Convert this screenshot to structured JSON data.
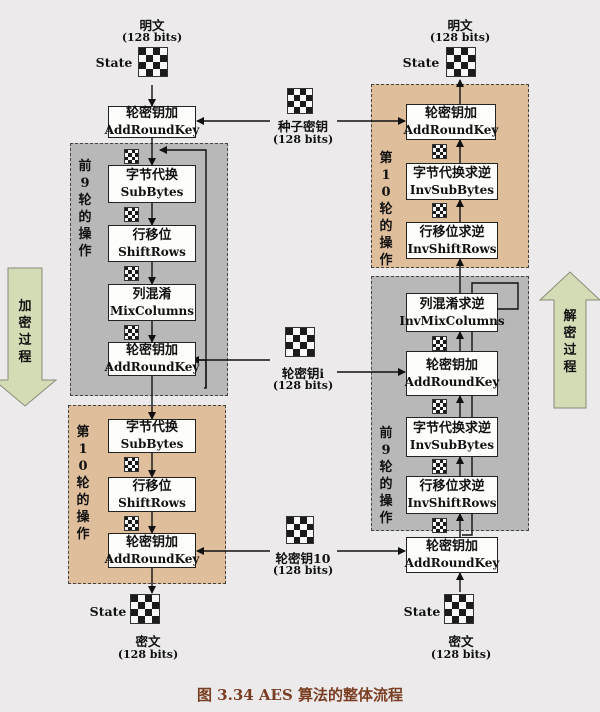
{
  "plaintext": {
    "label": "明文",
    "bits": "(128 bits)"
  },
  "ciphertext": {
    "label": "密文",
    "bits": "(128 bits)"
  },
  "state_label": "State",
  "seed_key": {
    "label": "种子密钥",
    "bits": "(128 bits)"
  },
  "round_key_i": {
    "label": "轮密钥i",
    "bits": "(128 bits)"
  },
  "round_key_10": {
    "label": "轮密钥10",
    "bits": "(128 bits)"
  },
  "ops": {
    "add_round_key": {
      "zh": "轮密钥加",
      "en": "AddRoundKey"
    },
    "sub_bytes": {
      "zh": "字节代换",
      "en": "SubBytes"
    },
    "shift_rows": {
      "zh": "行移位",
      "en": "ShiftRows"
    },
    "mix_columns": {
      "zh": "列混淆",
      "en": "MixColumns"
    },
    "inv_sub_bytes": {
      "zh": "字节代换求逆",
      "en": "InvSubBytes"
    },
    "inv_shift_rows": {
      "zh": "行移位求逆",
      "en": "InvShiftRows"
    },
    "inv_mix_columns": {
      "zh": "列混淆求逆",
      "en": "InvMixColumns"
    }
  },
  "regions": {
    "first_9_rounds": "前9轮的操作",
    "round_10": "第10轮的操作"
  },
  "direction": {
    "encrypt": "加密过程",
    "decrypt": "解密过程"
  },
  "caption": "图 3.34   AES 算法的整体流程",
  "colors": {
    "gray_region": "#b8b8b8",
    "tan_region": "#dfbe9c",
    "arrow_fill": "#d3dcb5",
    "caption": "#7a3e22"
  }
}
